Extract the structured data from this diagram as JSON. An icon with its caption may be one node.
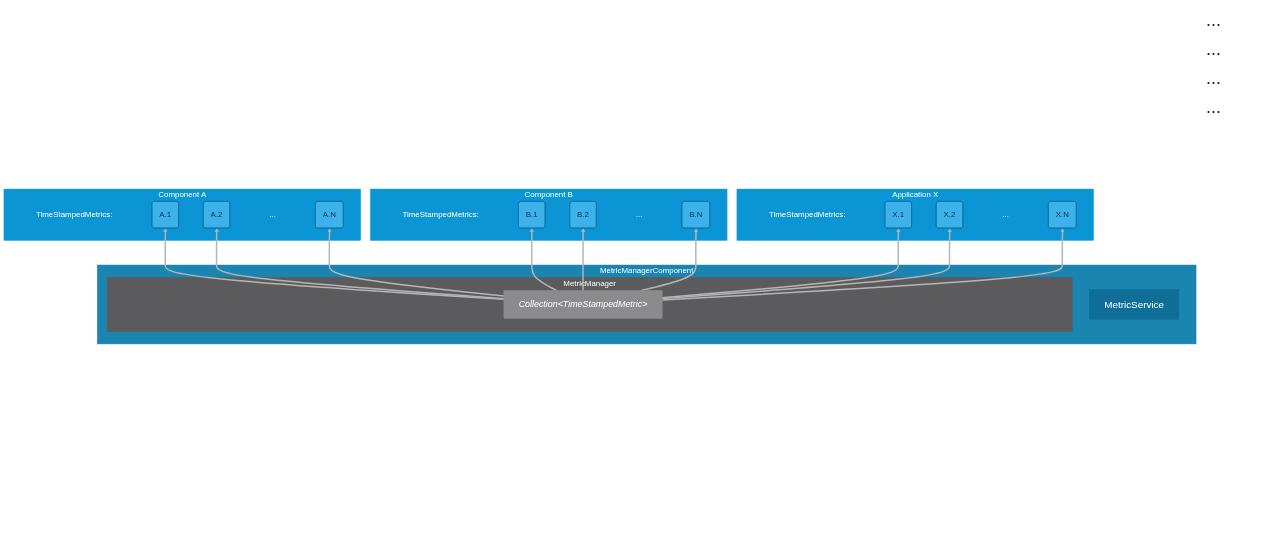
{
  "diagram": {
    "nodes": [
      {
        "text": [
          "Component A",
          "TimeStampedMetrics:",
          "..."
        ]
      },
      {
        "text": [
          "A.1"
        ],
        "in": 0
      },
      {
        "text": [
          "A.2"
        ],
        "in": 0
      },
      {
        "text": [
          "A.N"
        ],
        "in": 0
      },
      {
        "text": [
          "Component B",
          "TimeStampedMetrics:",
          "..."
        ]
      },
      {
        "text": [
          "B.1"
        ],
        "in": 4
      },
      {
        "text": [
          "B.2"
        ],
        "in": 4
      },
      {
        "text": [
          "B.N"
        ],
        "in": 4
      },
      {
        "text": [
          "Application X",
          "TimeStampedMetrics:",
          "..."
        ]
      },
      {
        "text": [
          "X.1"
        ],
        "in": 8
      },
      {
        "text": [
          "X.2"
        ],
        "in": 8
      },
      {
        "text": [
          "X.N"
        ],
        "in": 8
      },
      {
        "text": [
          "MetricManagerComponent"
        ]
      },
      {
        "text": [
          "MetricService"
        ],
        "in": 12
      },
      {
        "text": [
          "MetricManager"
        ],
        "in": 12
      },
      {
        "text": [
          "Collection<TimeStampedMetric>"
        ],
        "in": 14
      }
    ],
    "edges": [
      {
        "from": 15,
        "to": 1,
        "arrow": "to"
      },
      {
        "from": 15,
        "to": 2,
        "arrow": "to"
      },
      {
        "from": 15,
        "to": 3,
        "arrow": "to"
      },
      {
        "from": 15,
        "to": 5,
        "arrow": "to"
      },
      {
        "from": 15,
        "to": 6,
        "arrow": "to"
      },
      {
        "from": 15,
        "to": 7,
        "arrow": "to"
      },
      {
        "from": 15,
        "to": 9,
        "arrow": "to"
      },
      {
        "from": 15,
        "to": 10,
        "arrow": "to"
      },
      {
        "from": 15,
        "to": 11,
        "arrow": "to"
      }
    ],
    "labels": [
      "...",
      "...",
      "...",
      "..."
    ]
  }
}
